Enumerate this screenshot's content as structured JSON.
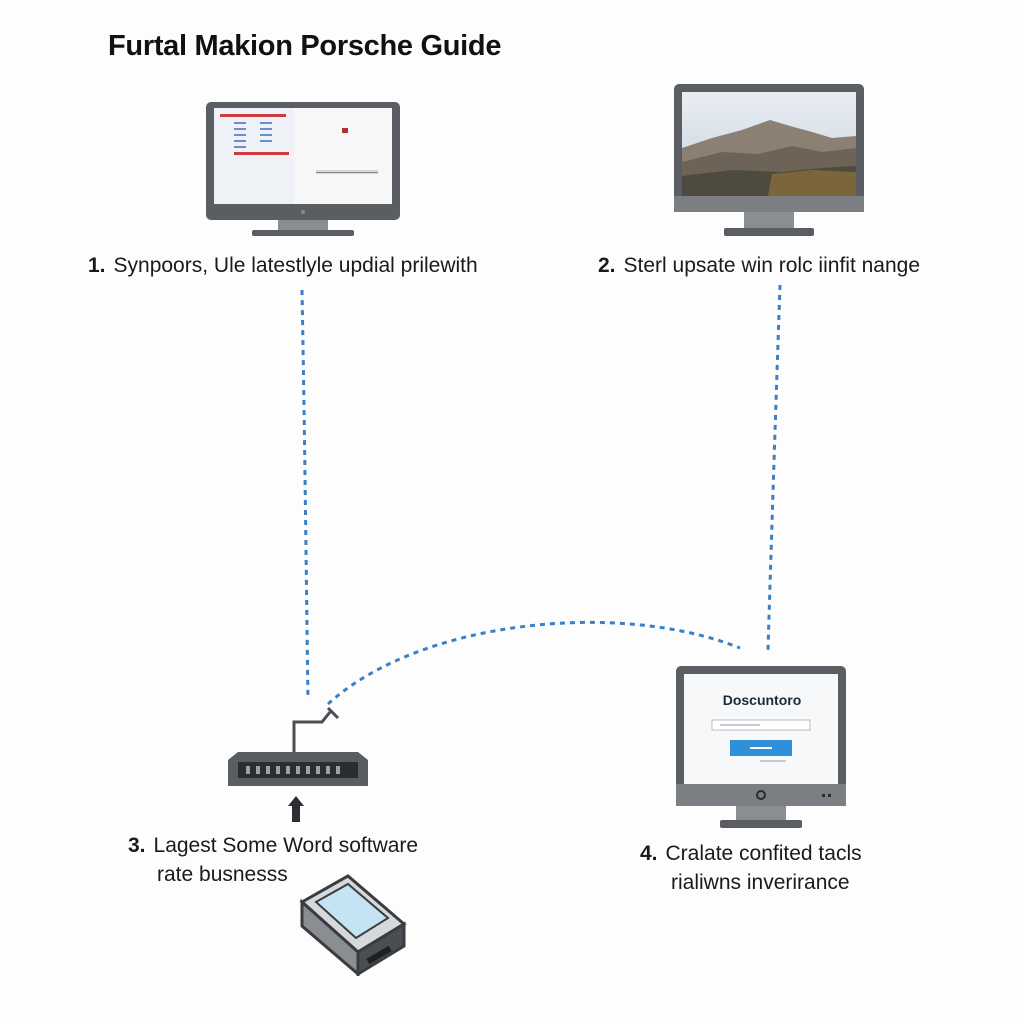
{
  "title": "Furtal Makion Porsche Guide",
  "steps": [
    {
      "number": "1.",
      "line1": "Synpoors, Ule latestlyle updial prilewith",
      "line2": ""
    },
    {
      "number": "2.",
      "line1": "Sterl upsate win rolc iinfit nange",
      "line2": ""
    },
    {
      "number": "3.",
      "line1": "Lagest Some Word software",
      "line2": "rate busnesss"
    },
    {
      "number": "4.",
      "line1": "Cralate confited tacls",
      "line2": "rialiwns inverirance"
    }
  ],
  "monitor4": {
    "screen_heading": "Doscuntoro"
  },
  "colors": {
    "connector": "#3b7fc4",
    "device_frame": "#4a4d52",
    "device_fill": "#c9ccd0",
    "screen_button": "#2f8fd8"
  },
  "icons": {
    "device1": "desktop-monitor-icon",
    "device2": "landscape-monitor-icon",
    "device3": "usb-adapter-icon",
    "device3b": "flash-drive-icon",
    "device4": "form-monitor-icon"
  }
}
